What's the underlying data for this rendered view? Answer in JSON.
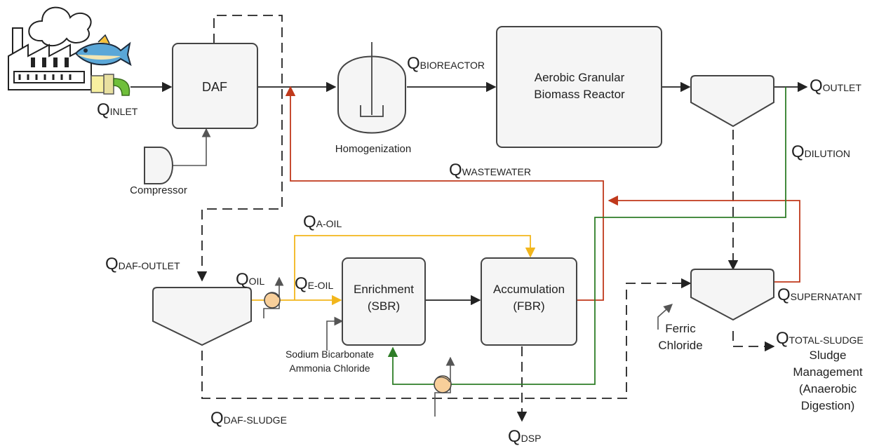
{
  "colors": {
    "sludge_line": "#222222",
    "main_flow": "#222222",
    "wastewater_return": "#c0391b",
    "oil_line": "#f2b61c",
    "dilution_line": "#2e7d27",
    "pump_fill": "#f8cf9a",
    "box_fill": "#f5f5f5"
  },
  "units": {
    "daf": "DAF",
    "compressor": "Compressor",
    "homogenization": "Homogenization",
    "agb_line1": "Aerobic Granular",
    "agb_line2": "Biomass Reactor",
    "enrichment_line1": "Enrichment",
    "enrichment_line2": "(SBR)",
    "accumulation_line1": "Accumulation",
    "accumulation_line2": "(FBR)",
    "sodium_bicarbonate": "Sodium Bicarbonate",
    "ammonia_chloride": "Ammonia Chloride",
    "ferric": "Ferric",
    "chloride": "Chloride",
    "sludge_mgmt_1": "Sludge",
    "sludge_mgmt_2": "Management",
    "sludge_mgmt_3": "(Anaerobic",
    "sludge_mgmt_4": "Digestion)"
  },
  "flows": {
    "inlet": {
      "q": "Q",
      "sub": "INLET"
    },
    "bioreactor": {
      "q": "Q",
      "sub": "BIOREACTOR"
    },
    "outlet": {
      "q": "Q",
      "sub": "OUTLET"
    },
    "dilution": {
      "q": "Q",
      "sub": "DILUTION"
    },
    "wastewater": {
      "q": "Q",
      "sub": "WASTEWATER"
    },
    "a_oil": {
      "q": "Q",
      "sub": "A-OIL"
    },
    "daf_outlet": {
      "q": "Q",
      "sub": "DAF-OUTLET"
    },
    "oil": {
      "q": "Q",
      "sub": "OIL"
    },
    "e_oil": {
      "q": "Q",
      "sub": "E-OIL"
    },
    "supernatant": {
      "q": "Q",
      "sub": "SUPERNATANT"
    },
    "total_sludge": {
      "q": "Q",
      "sub": "TOTAL-SLUDGE"
    },
    "daf_sludge": {
      "q": "Q",
      "sub": "DAF-SLUDGE"
    },
    "dsp": {
      "q": "Q",
      "sub": "DSP"
    }
  }
}
